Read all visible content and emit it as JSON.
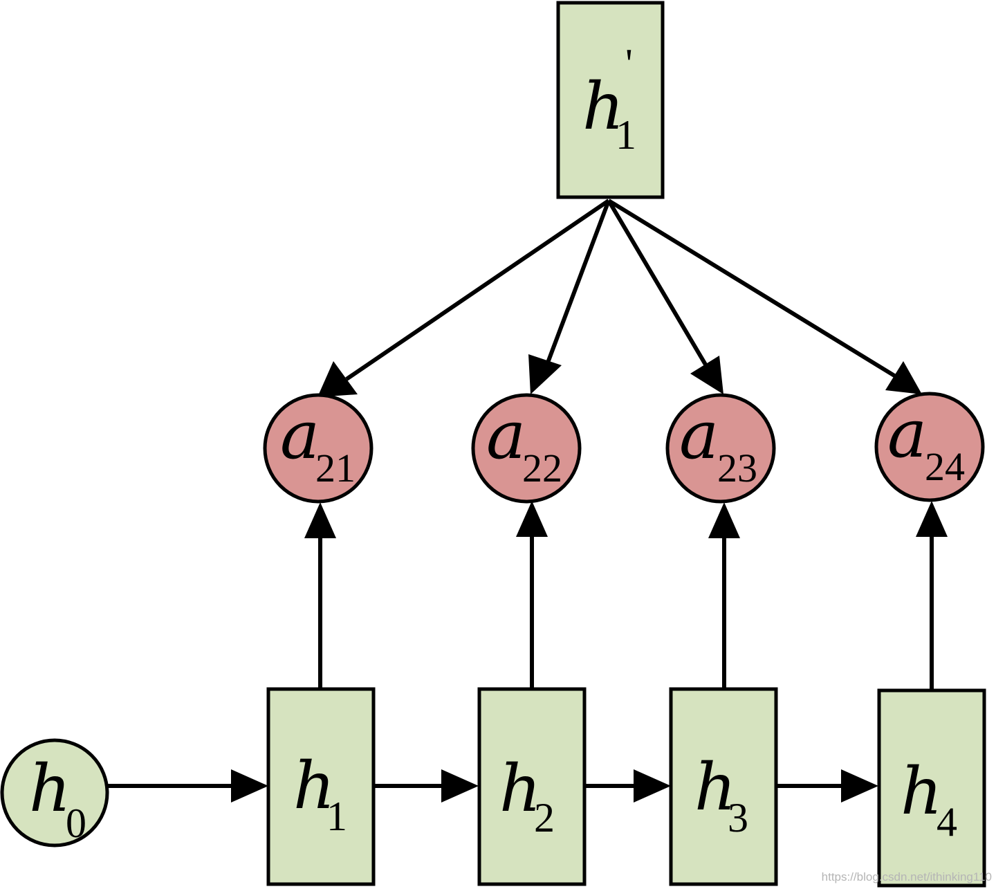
{
  "colors": {
    "box_fill": "#d6e3bf",
    "circle_fill": "#d99593",
    "stroke": "#000000"
  },
  "nodes": {
    "top": {
      "var": "h",
      "sub": "1",
      "sup": "'"
    },
    "h0": {
      "var": "h",
      "sub": "0"
    },
    "hidden": [
      {
        "var": "h",
        "sub": "1"
      },
      {
        "var": "h",
        "sub": "2"
      },
      {
        "var": "h",
        "sub": "3"
      },
      {
        "var": "h",
        "sub": "4"
      }
    ],
    "attention": [
      {
        "var": "a",
        "sub": "21"
      },
      {
        "var": "a",
        "sub": "22"
      },
      {
        "var": "a",
        "sub": "23"
      },
      {
        "var": "a",
        "sub": "24"
      }
    ]
  },
  "watermark": "https://blog.csdn.net/ithinking110"
}
